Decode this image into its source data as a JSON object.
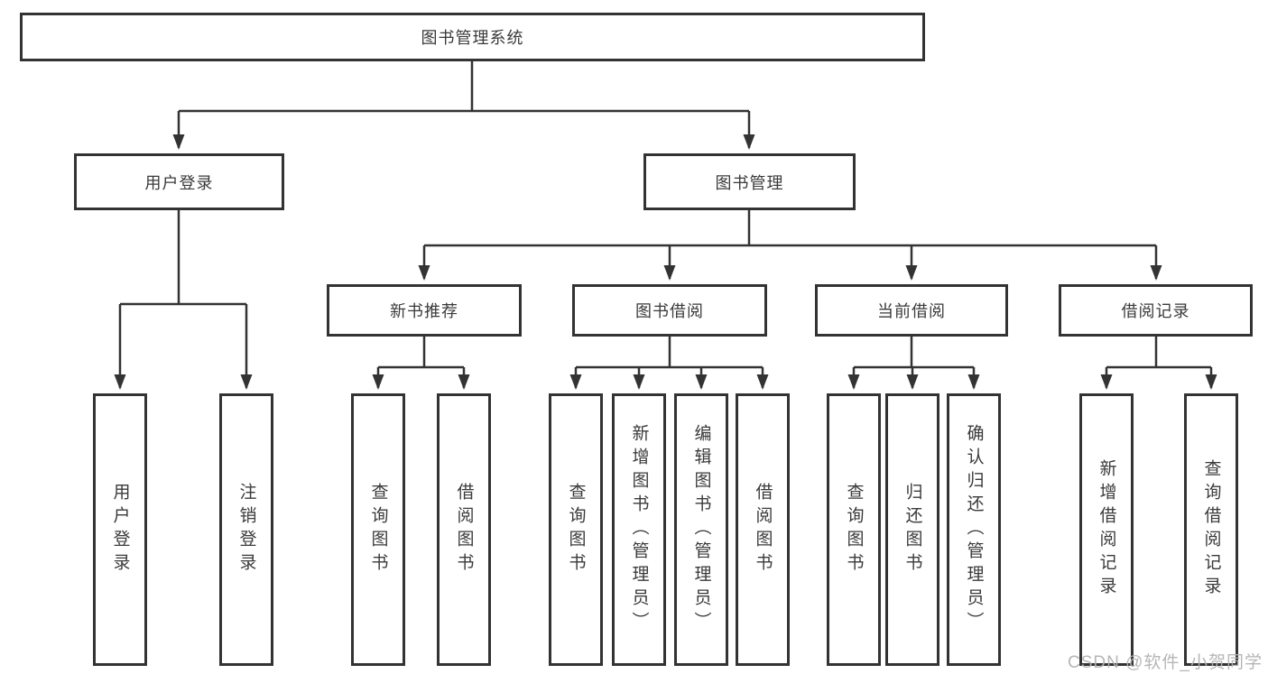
{
  "diagram": {
    "root": "图书管理系统",
    "level2": [
      {
        "label": "用户登录",
        "children": [
          "用户登录",
          "注销登录"
        ]
      },
      {
        "label": "图书管理",
        "children": [
          "新书推荐",
          "图书借阅",
          "当前借阅",
          "借阅记录"
        ]
      }
    ],
    "level3": [
      {
        "label": "新书推荐",
        "children": [
          "查询图书",
          "借阅图书"
        ]
      },
      {
        "label": "图书借阅",
        "children": [
          "查询图书",
          "新增图书（管理员）",
          "编辑图书（管理员）",
          "借阅图书"
        ]
      },
      {
        "label": "当前借阅",
        "children": [
          "查询图书",
          "归还图书",
          "确认归还（管理员）"
        ]
      },
      {
        "label": "借阅记录",
        "children": [
          "新增借阅记录",
          "查询借阅记录"
        ]
      }
    ],
    "watermark": "CSDN @软件_小贺同学",
    "colors": {
      "line": "#333333",
      "box_border": "#333333",
      "text": "#3a3a3a",
      "watermark": "#b3b3b3",
      "background": "#ffffff"
    }
  }
}
